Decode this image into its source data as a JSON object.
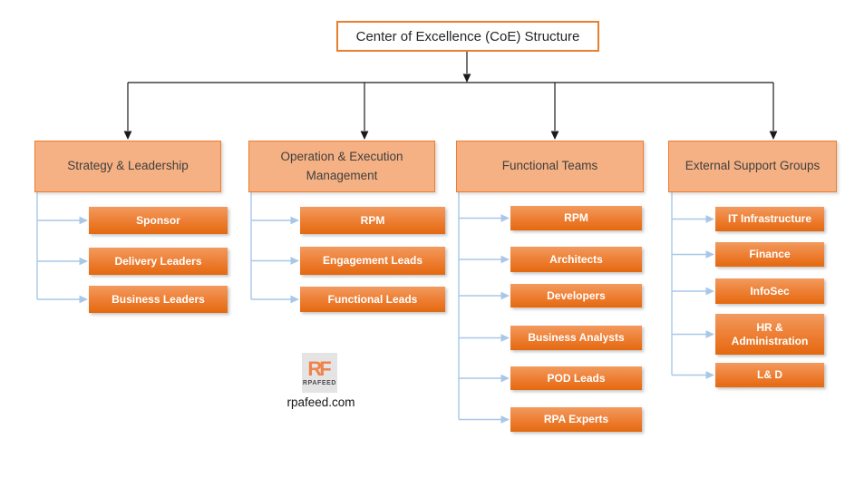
{
  "title": "Center of Excellence (CoE) Structure",
  "columns": [
    {
      "title": "Strategy & Leadership",
      "items": [
        "Sponsor",
        "Delivery Leaders",
        "Business Leaders"
      ]
    },
    {
      "title": "Operation & Execution Management",
      "items": [
        "RPM",
        "Engagement Leads",
        "Functional Leads"
      ]
    },
    {
      "title": "Functional Teams",
      "items": [
        "RPM",
        "Architects",
        "Developers",
        "Business Analysts",
        "POD Leads",
        "RPA Experts"
      ]
    },
    {
      "title": "External Support Groups",
      "items": [
        "IT Infrastructure",
        "Finance",
        "InfoSec",
        "HR & Administration",
        "L& D"
      ]
    }
  ],
  "logo": {
    "initials": "RF",
    "brand": "RPAFEED",
    "website": "rpafeed.com"
  },
  "colors": {
    "accent_orange": "#ED7D31",
    "header_fill": "#F5B183",
    "item_gradient_top": "#F29A5E",
    "item_gradient_bottom": "#E4690F",
    "connector_blue": "#A9C7E8",
    "connector_black": "#1A1A1A"
  }
}
